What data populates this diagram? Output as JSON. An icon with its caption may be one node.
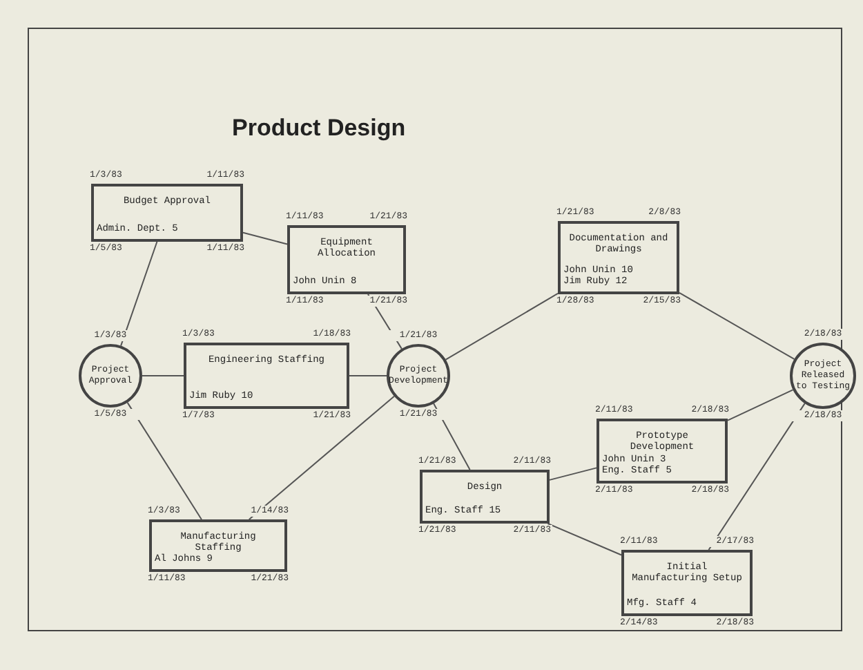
{
  "diagram": {
    "title": "Product Design",
    "nodes": [
      {
        "text": [
          "Project Approval"
        ],
        "beside": [
          "1/3/83",
          "1/5/83"
        ]
      },
      {
        "text": [
          "Budget Approval",
          "Admin. Dept. 5"
        ],
        "beside": [
          "1/3/83",
          "1/11/83",
          "1/5/83",
          "1/11/83"
        ]
      },
      {
        "text": [
          "Equipment Allocation",
          "John Unin 8"
        ],
        "beside": [
          "1/11/83",
          "1/21/83",
          "1/11/83",
          "1/21/83"
        ]
      },
      {
        "text": [
          "Engineering Staffing",
          "Jim Ruby 10"
        ],
        "beside": [
          "1/3/83",
          "1/18/83",
          "1/7/83",
          "1/21/83"
        ]
      },
      {
        "text": [
          "Manufacturing Staffing",
          "Al Johns 9"
        ],
        "beside": [
          "1/3/83",
          "1/14/83",
          "1/11/83",
          "1/21/83"
        ]
      },
      {
        "text": [
          "Project Development"
        ],
        "beside": [
          "1/21/83",
          "1/21/83"
        ]
      },
      {
        "text": [
          "Documentation and Drawings",
          "John Unin 10",
          "Jim Ruby 12"
        ],
        "beside": [
          "1/21/83",
          "2/8/83",
          "1/28/83",
          "2/15/83"
        ]
      },
      {
        "text": [
          "Design",
          "Eng. Staff 15"
        ],
        "beside": [
          "1/21/83",
          "2/11/83",
          "1/21/83",
          "2/11/83"
        ]
      },
      {
        "text": [
          "Prototype Development",
          "John Unin 3",
          "Eng. Staff 5"
        ],
        "beside": [
          "2/11/83",
          "2/18/83",
          "2/11/83",
          "2/18/83"
        ]
      },
      {
        "text": [
          "Initial Manufacturing Setup",
          "Mfg. Staff 4"
        ],
        "beside": [
          "2/11/83",
          "2/17/83",
          "2/14/83",
          "2/18/83"
        ]
      },
      {
        "text": [
          "Project Released to Testing"
        ],
        "beside": [
          "2/18/83",
          "2/18/83"
        ]
      }
    ],
    "edges": [
      {
        "from": 0,
        "to": 1,
        "arrow": "none"
      },
      {
        "from": 1,
        "to": 2,
        "arrow": "none"
      },
      {
        "from": 2,
        "to": 5,
        "arrow": "none"
      },
      {
        "from": 0,
        "to": 3,
        "arrow": "none"
      },
      {
        "from": 3,
        "to": 5,
        "arrow": "none"
      },
      {
        "from": 0,
        "to": 4,
        "arrow": "none"
      },
      {
        "from": 4,
        "to": 5,
        "arrow": "none"
      },
      {
        "from": 5,
        "to": 6,
        "arrow": "none"
      },
      {
        "from": 6,
        "to": 10,
        "arrow": "none"
      },
      {
        "from": 5,
        "to": 7,
        "arrow": "none"
      },
      {
        "from": 7,
        "to": 8,
        "arrow": "none"
      },
      {
        "from": 8,
        "to": 10,
        "arrow": "none"
      },
      {
        "from": 7,
        "to": 9,
        "arrow": "none"
      },
      {
        "from": 9,
        "to": 10,
        "arrow": "none"
      }
    ]
  }
}
